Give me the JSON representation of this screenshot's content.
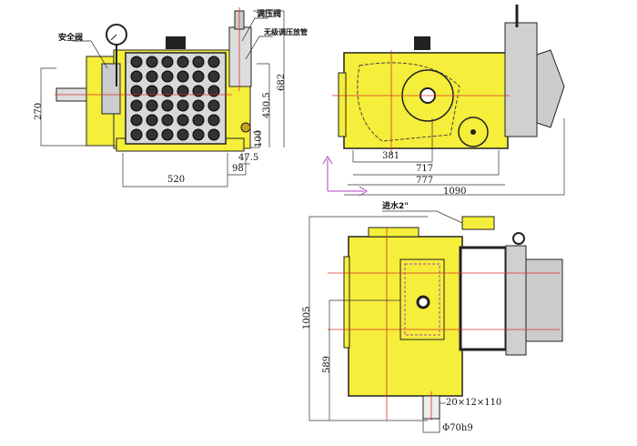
{
  "side_view": {
    "labels": {
      "safety_valve": "安全阀",
      "pressure_valve": "调压阀",
      "relief_pipe": "无级调压放管"
    },
    "dimensions": {
      "height_270": "270",
      "width_520": "520",
      "offset_98": "98",
      "offset_47_5": "47.5",
      "height_100": "100",
      "height_430_5": "430.5",
      "height_682": "682"
    }
  },
  "end_view": {
    "dimensions": {
      "d381": "381",
      "d717": "717",
      "d777": "777",
      "d1090": "1090"
    }
  },
  "top_view": {
    "labels": {
      "inlet": "进水2\"",
      "key": "20×12×110",
      "shaft": "Φ70h9"
    },
    "dimensions": {
      "d1005": "1005",
      "d589": "589"
    }
  },
  "colors": {
    "body": "#f5ee3a",
    "head": "#c8c8c8",
    "centerline": "#d8322c",
    "dim": "#333333",
    "axis": "#b040c0"
  }
}
